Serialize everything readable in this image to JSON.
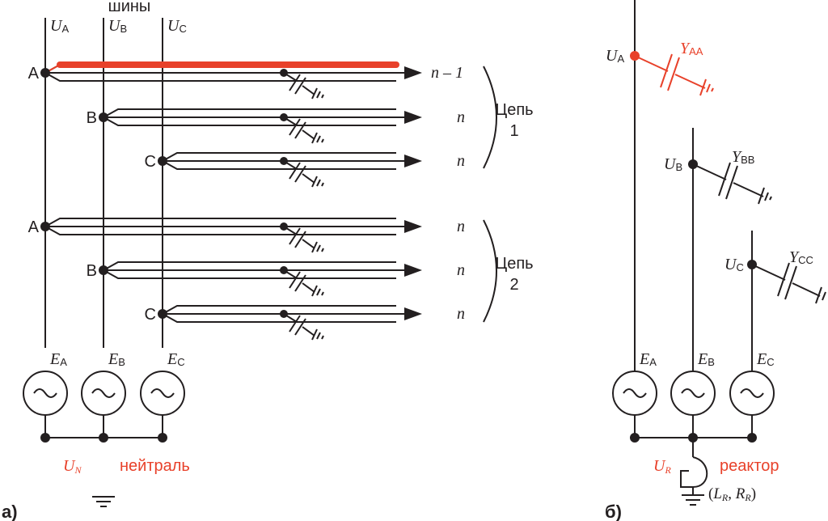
{
  "colors": {
    "line": "#231f20",
    "fault": "#e8412a",
    "background": "#ffffff"
  },
  "panel_a": {
    "label": "а)",
    "buses_title": "шины",
    "bus_labels": [
      {
        "main": "U",
        "sub": "A"
      },
      {
        "main": "U",
        "sub": "B"
      },
      {
        "main": "U",
        "sub": "C"
      }
    ],
    "feeders": [
      {
        "phase": "A",
        "count": "n – 1",
        "faulted": true
      },
      {
        "phase": "B",
        "count": "n",
        "faulted": false
      },
      {
        "phase": "C",
        "count": "n",
        "faulted": false
      },
      {
        "phase": "A",
        "count": "n",
        "faulted": false
      },
      {
        "phase": "B",
        "count": "n",
        "faulted": false
      },
      {
        "phase": "C",
        "count": "n",
        "faulted": false
      }
    ],
    "circuits": [
      {
        "line1": "Цепь",
        "line2": "1"
      },
      {
        "line1": "Цепь",
        "line2": "2"
      }
    ],
    "sources": [
      {
        "main": "E",
        "sub": "A",
        "symbol": "~"
      },
      {
        "main": "E",
        "sub": "B",
        "symbol": "~"
      },
      {
        "main": "E",
        "sub": "C",
        "symbol": "~"
      }
    ],
    "neutral_voltage": {
      "main": "U",
      "sub": "N"
    },
    "neutral_label": "нейтраль"
  },
  "panel_b": {
    "label": "б)",
    "nodes": [
      {
        "main": "U",
        "sub": "A",
        "admittance_main": "Y",
        "admittance_sub": "AA",
        "faulted": true
      },
      {
        "main": "U",
        "sub": "B",
        "admittance_main": "Y",
        "admittance_sub": "BB",
        "faulted": false
      },
      {
        "main": "U",
        "sub": "C",
        "admittance_main": "Y",
        "admittance_sub": "CC",
        "faulted": false
      }
    ],
    "sources": [
      {
        "main": "E",
        "sub": "A",
        "symbol": "~"
      },
      {
        "main": "E",
        "sub": "B",
        "symbol": "~"
      },
      {
        "main": "E",
        "sub": "C",
        "symbol": "~"
      }
    ],
    "reactor_voltage": {
      "main": "U",
      "sub": "R"
    },
    "reactor_label": "реактор",
    "reactor_params": {
      "open": "(",
      "l": "L",
      "l_sub": "R",
      "sep": ", ",
      "r": "R",
      "r_sub": "R",
      "close": ")"
    }
  }
}
